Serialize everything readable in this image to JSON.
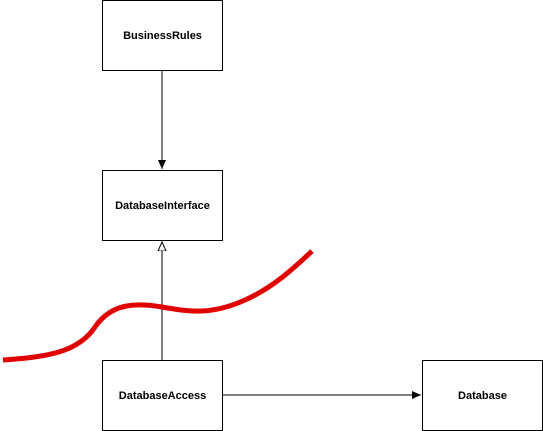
{
  "diagram": {
    "nodes": {
      "business_rules": "BusinessRules",
      "database_interface": "DatabaseInterface",
      "database_access": "DatabaseAccess",
      "database": "Database"
    },
    "edges": [
      {
        "from": "BusinessRules",
        "to": "DatabaseInterface",
        "kind": "dependency",
        "arrowhead": "filled"
      },
      {
        "from": "DatabaseAccess",
        "to": "DatabaseInterface",
        "kind": "implementation",
        "arrowhead": "hollow-triangle"
      },
      {
        "from": "DatabaseAccess",
        "to": "Database",
        "kind": "dependency",
        "arrowhead": "filled"
      }
    ],
    "colors": {
      "line": "#000000",
      "boundary": "#e00000"
    }
  }
}
